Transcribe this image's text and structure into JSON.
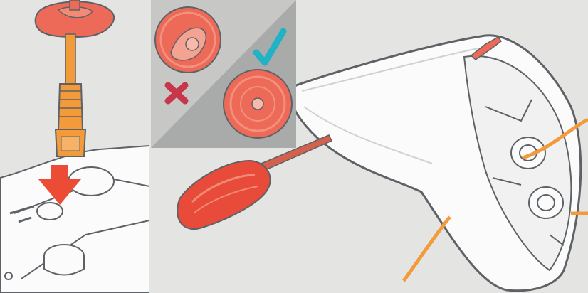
{
  "illustration": {
    "colors": {
      "background": "#e4e5e3",
      "inset_light": "#c7c8c6",
      "inset_dark": "#a9abaa",
      "plug_red": "#ec6a57",
      "cable_orange": "#f39a3b",
      "cross_red": "#c8364a",
      "check_teal": "#1fb3c5",
      "outline_gray": "#5e6266",
      "housing_white": "#fbfbfb"
    },
    "steps": {
      "cable_insert": {
        "icon": "down-arrow-icon",
        "direction": "down"
      },
      "membrane_check": {
        "wrong": {
          "icon": "cross-mark-icon",
          "state": "membrane torn"
        },
        "right": {
          "icon": "check-mark-icon",
          "state": "membrane pierced cleanly"
        }
      },
      "tool": {
        "icon": "screwdriver-icon"
      }
    }
  }
}
